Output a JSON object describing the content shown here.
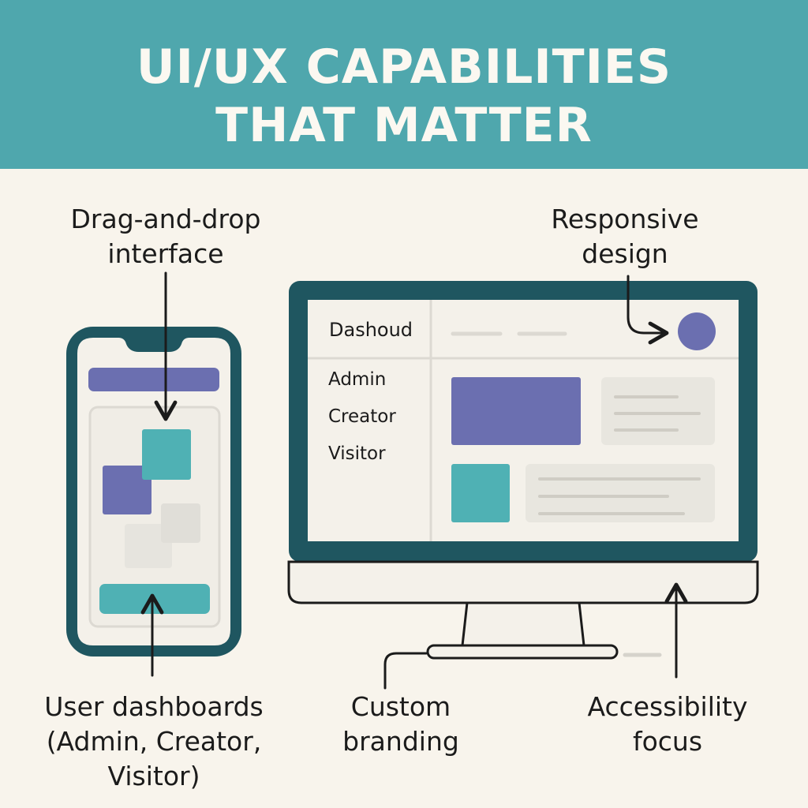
{
  "header": {
    "title_line1": "UI/UX CAPABILITIES",
    "title_line2": "THAT MATTER"
  },
  "callouts": {
    "drag_drop": {
      "line1": "Drag-and-drop",
      "line2": "interface"
    },
    "responsive": {
      "line1": "Responsive",
      "line2": "design"
    },
    "dashboards": {
      "line1": "User dashboards",
      "line2": "(Admin, Creator,",
      "line3": "Visitor)"
    },
    "branding": {
      "line1": "Custom",
      "line2": "branding"
    },
    "accessibility": {
      "line1": "Accessibility",
      "line2": "focus"
    }
  },
  "monitor_screen": {
    "sidebar_title": "Dashoud",
    "menu": [
      "Admin",
      "Creator",
      "Visitor"
    ]
  },
  "colors": {
    "banner": "#4fa7ad",
    "background": "#f8f4ec",
    "frame": "#1f5660",
    "purple": "#6b6fb0",
    "teal": "#4fb1b4",
    "light_gray": "#e6e4de"
  }
}
